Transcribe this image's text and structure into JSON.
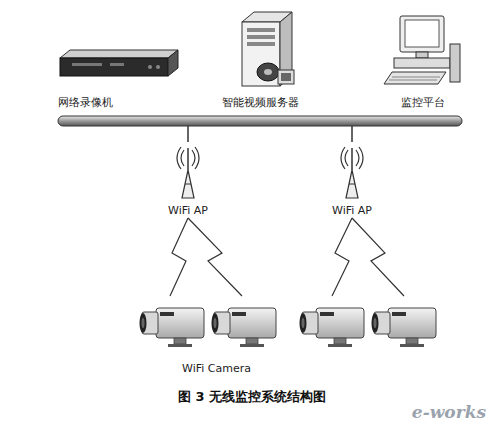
{
  "diagram": {
    "caption": "图 3 无线监控系统结构图",
    "nodes": [
      {
        "text": [
          "网络录像机"
        ]
      },
      {
        "text": [
          "智能视频服务器"
        ]
      },
      {
        "text": [
          "监控平台"
        ]
      },
      {
        "text": [
          "WiFi AP"
        ]
      },
      {
        "text": [
          "WiFi AP"
        ]
      },
      {
        "text": [
          "WiFi Camera"
        ]
      }
    ],
    "edges": [
      {
        "from": 3,
        "to": 5,
        "arrow": "none"
      },
      {
        "from": 3,
        "to": 5,
        "arrow": "none"
      },
      {
        "from": 4,
        "to": 5,
        "arrow": "none"
      },
      {
        "from": 4,
        "to": 5,
        "arrow": "none"
      }
    ],
    "labels": [
      "e-works"
    ]
  }
}
